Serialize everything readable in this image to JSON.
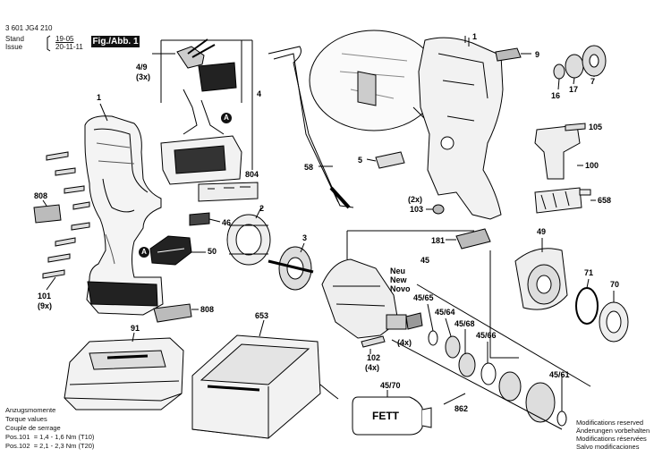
{
  "header": {
    "doc_number": "3 601 JG4 210",
    "stand_label": "Stand",
    "stand_value": "19-05",
    "issue_label": "Issue",
    "issue_value": "20-11-11",
    "figure_label": "Fig./Abb. 1"
  },
  "callouts": {
    "c1_left": "1",
    "c1_right": "1",
    "c2": "2",
    "c3": "3",
    "c4": "4",
    "c4_9": "4/9",
    "c4_9_qty": "(3x)",
    "c5": "5",
    "c7": "7",
    "c9": "9",
    "c16": "16",
    "c17": "17",
    "c45": "45",
    "c45_61": "45/61",
    "c45_64": "45/64",
    "c45_65": "45/65",
    "c45_66": "45/66",
    "c45_68": "45/68",
    "c45_70": "45/70",
    "c46": "46",
    "c49": "49",
    "c50": "50",
    "c58": "58",
    "c70": "70",
    "c71": "71",
    "c91": "91",
    "c100": "100",
    "c101": "101",
    "c101_qty": "(9x)",
    "c102": "102",
    "c102_qty": "(4x)",
    "c103": "103",
    "c103_qty": "(2x)",
    "c105": "105",
    "c181": "181",
    "c653": "653",
    "c658": "658",
    "c804": "804",
    "c808_top": "808",
    "c808_bottom": "808",
    "c862": "862",
    "qty_4x": "(4x)",
    "badge_a1": "A",
    "badge_a2": "A"
  },
  "new_label": {
    "de": "Neu",
    "en": "New",
    "es": "Novo"
  },
  "fett_label": "FETT",
  "footer_left": {
    "line1": "Anzugsmomente",
    "line2": "Torque values",
    "line3": "Couple de serrage",
    "line4": "Pos.101  = 1,4 - 1,6 Nm (T10)",
    "line5": "Pos.102  = 2,1 - 2,3 Nm (T20)"
  },
  "footer_right": {
    "line1": "Modifications reserved",
    "line2": "Änderungen vorbehalten",
    "line3": "Modifications réservées",
    "line4": "Salvo modificaciones"
  }
}
